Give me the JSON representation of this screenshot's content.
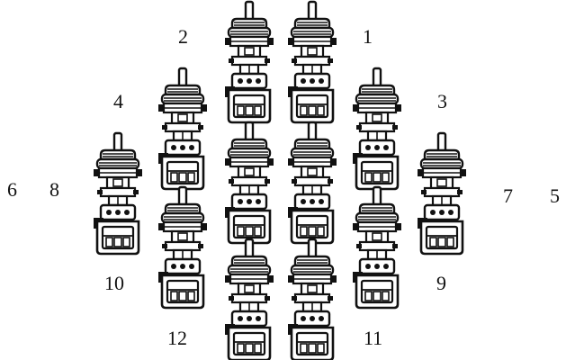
{
  "diagram": {
    "unit_icon": "valve-actuator-icon",
    "units": [
      {
        "id": "A"
      },
      {
        "id": "B"
      },
      {
        "id": "C"
      },
      {
        "id": "D"
      },
      {
        "id": "E"
      },
      {
        "id": "F"
      },
      {
        "id": "G"
      },
      {
        "id": "H"
      },
      {
        "id": "I"
      },
      {
        "id": "J"
      },
      {
        "id": "K"
      },
      {
        "id": "L"
      },
      {
        "id": "M"
      },
      {
        "id": "N"
      }
    ],
    "labels": [
      "1",
      "2",
      "3",
      "4",
      "5",
      "6",
      "7",
      "8",
      "9",
      "10",
      "11",
      "12"
    ]
  }
}
